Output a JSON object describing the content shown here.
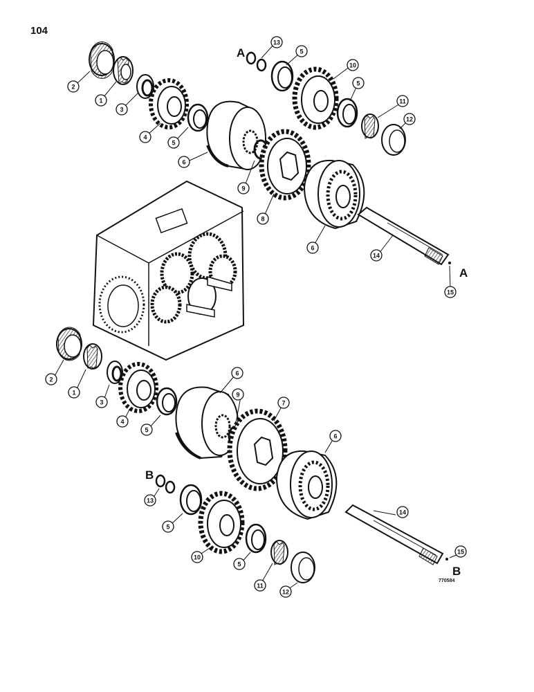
{
  "page": {
    "number": "104",
    "illustration_code": "770584"
  },
  "reference_letters": {
    "a": "A",
    "b": "B"
  },
  "callouts": {
    "top": [
      {
        "n": "2"
      },
      {
        "n": "1"
      },
      {
        "n": "3"
      },
      {
        "n": "4"
      },
      {
        "n": "5"
      },
      {
        "n": "6"
      },
      {
        "n": "13"
      },
      {
        "n": "5"
      },
      {
        "n": "10"
      },
      {
        "n": "5"
      },
      {
        "n": "11"
      },
      {
        "n": "12"
      },
      {
        "n": "9"
      },
      {
        "n": "8"
      },
      {
        "n": "6"
      },
      {
        "n": "14"
      },
      {
        "n": "15"
      }
    ],
    "bottom": [
      {
        "n": "2"
      },
      {
        "n": "1"
      },
      {
        "n": "3"
      },
      {
        "n": "4"
      },
      {
        "n": "5"
      },
      {
        "n": "6"
      },
      {
        "n": "9"
      },
      {
        "n": "7"
      },
      {
        "n": "6"
      },
      {
        "n": "13"
      },
      {
        "n": "5"
      },
      {
        "n": "10"
      },
      {
        "n": "5"
      },
      {
        "n": "11"
      },
      {
        "n": "12"
      },
      {
        "n": "14"
      },
      {
        "n": "15"
      }
    ]
  }
}
